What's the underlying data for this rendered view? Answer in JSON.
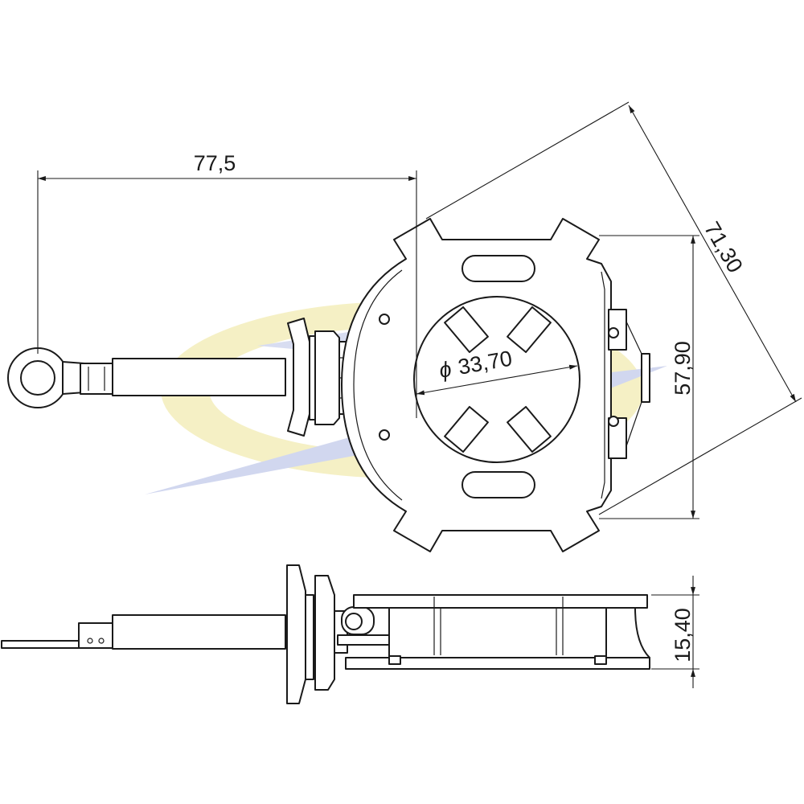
{
  "dimensions": {
    "lead_length": "77,5",
    "diagonal": "71,30",
    "height": "57,90",
    "diameter_value": "33,70",
    "diameter_symbol": "ϕ",
    "thickness": "15,40"
  },
  "watermark": {
    "colors": {
      "yellow": "#f2ecb0",
      "blue": "#c4cbe8"
    }
  },
  "colors": {
    "line": "#1a1a1a",
    "background": "#ffffff"
  }
}
